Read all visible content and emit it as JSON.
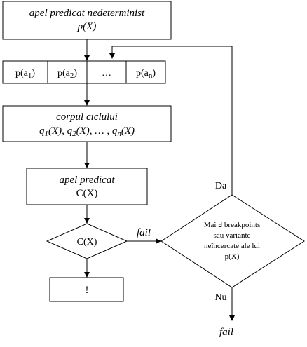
{
  "diagram": {
    "top_box": {
      "line1": "apel predicat nedeterminist",
      "line2": "p(X)"
    },
    "clauses": {
      "cell1": {
        "base": "p(a",
        "sub": "1",
        "close": ")"
      },
      "cell2": {
        "base": "p(a",
        "sub": "2",
        "close": ")"
      },
      "cell3": "…",
      "cell4": {
        "base": "p(a",
        "sub": "n",
        "close": ")"
      }
    },
    "body_box": {
      "line1": "corpul ciclului",
      "q1": {
        "base": "q",
        "sub": "1",
        "rest": "(X), "
      },
      "q2": {
        "base": "q",
        "sub": "2",
        "rest": "(X), … , "
      },
      "qn": {
        "base": "q",
        "sub": "n",
        "rest": "(X)"
      }
    },
    "call_box": {
      "line1": "apel predicat",
      "line2": "C(X)"
    },
    "cond_diamond": "C(X)",
    "cut_box": "!",
    "fail_edge_label": "fail",
    "decision_diamond": {
      "line1": "Mai ∃ breakpoints",
      "line2": "sau variante",
      "line3": "neîncercate ale lui",
      "line4": "p(X)"
    },
    "yes_label": "Da",
    "no_label": "Nu",
    "final_fail": "fail"
  }
}
